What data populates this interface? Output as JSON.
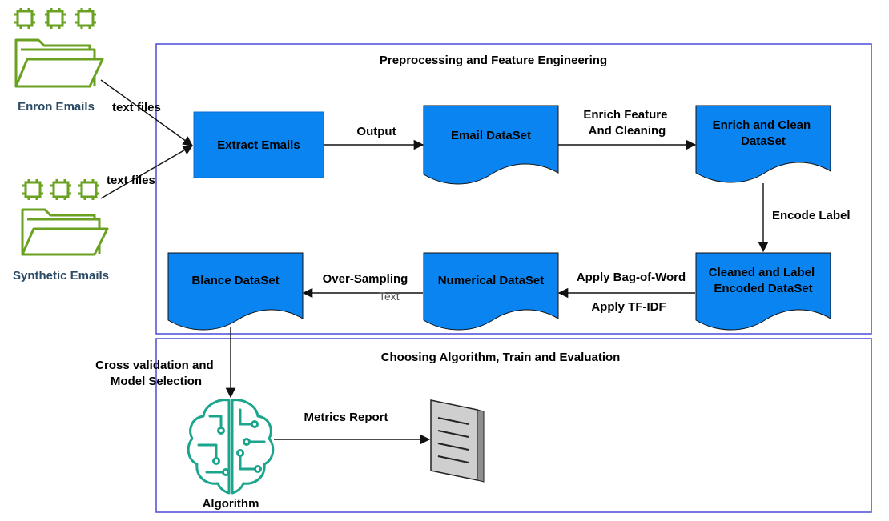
{
  "colors": {
    "node_fill": "#0a84f0",
    "node_stroke": "#0a6fcf",
    "section_border": "#4b4bdc",
    "folder_green": "#6aa121",
    "brain_teal": "#1aa58c",
    "doc_gray": "#c9c9c9"
  },
  "sections": {
    "preprocessing": "Preprocessing and Feature Engineering",
    "training": "Choosing Algorithm, Train and Evaluation"
  },
  "sources": {
    "enron": {
      "label": "Enron Emails",
      "icon": "folder-icon"
    },
    "synthetic": {
      "label": "Synthetic Emails",
      "icon": "folder-icon"
    }
  },
  "nodes": {
    "extract": "Extract Emails",
    "email_dataset": "Email DataSet",
    "enrich_clean": [
      "Enrich and Clean",
      "DataSet"
    ],
    "cleaned_label": [
      "Cleaned and Label",
      "Encoded DataSet"
    ],
    "numerical": "Numerical DataSet",
    "balance": "Blance DataSet",
    "algorithm": "Algorithm",
    "report_icon": "document-icon",
    "algorithm_icon": "brain-circuit-icon"
  },
  "edges": {
    "text_files_1": "text files",
    "text_files_2": "text files",
    "output": "Output",
    "enrich_feature": [
      "Enrich Feature",
      "And Cleaning"
    ],
    "encode_label": "Encode Label",
    "bag_of_word": "Apply Bag-of-Word",
    "tf_idf": "Apply TF-IDF",
    "over_sampling": "Over-Sampling",
    "stray_text": "Text",
    "cross_validation": [
      "Cross validation and",
      "Model Selection"
    ],
    "metrics_report": "Metrics Report"
  }
}
